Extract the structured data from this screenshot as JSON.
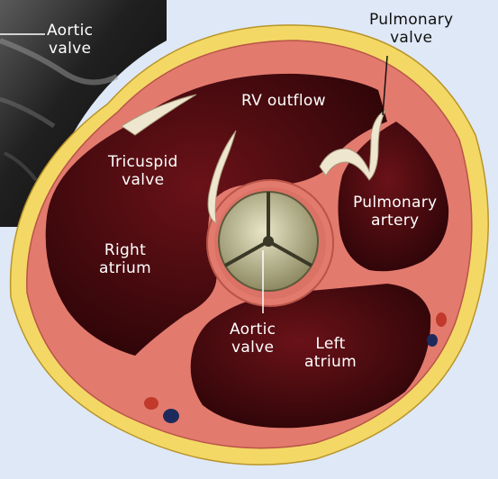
{
  "labels": {
    "echo_aortic_valve": "Aortic\nvalve",
    "pulmonary_valve": "Pulmonary\nvalve",
    "rv_outflow": "RV outflow",
    "tricuspid_valve": "Tricuspid\nvalve",
    "pulmonary_artery": "Pulmonary\nartery",
    "right_atrium": "Right\natrium",
    "aortic_valve": "Aortic\nvalve",
    "left_atrium": "Left\natrium"
  },
  "colors": {
    "background": "#dfe8f6",
    "fat_layer": "#f4d866",
    "muscle": "#e37a6e",
    "chamber": "#4a0c10",
    "valve_leaflet": "#efe6cf",
    "echo_image": "#151515"
  }
}
